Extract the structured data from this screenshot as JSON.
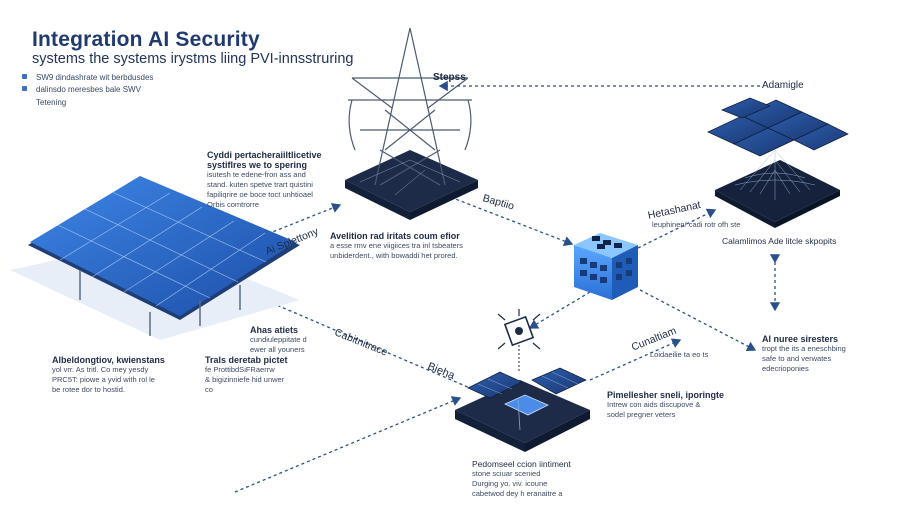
{
  "header": {
    "title": "Integration AI Security",
    "subtitle": "systems the systems irystms liing PVI-innsstruring",
    "bullets": [
      "SW9 dindashrate wit berbdusdes",
      "dalinsdo meresbes bale SWV"
    ],
    "bullet_extra": "Tetening"
  },
  "labels": {
    "steps": "Stepss",
    "adamigle": "Adamigle",
    "baptiio": "Baptiio",
    "ai_splettony": "Ai Splettony",
    "cabitnitrace": "Cabitnitrace",
    "bieha": "Bieha",
    "hetashanat": "Hetashanat",
    "cunaltiam": "Cunaltiam"
  },
  "blocks": {
    "cyddi": {
      "heading": "Cyddi pertacheraiiltlicetive",
      "lines": [
        "systiflres we to spering",
        "isutesh te edene-fron ass and",
        "stand. kuten spetve trart quistini",
        "fapiliqrire oe boce toct unhtioael",
        "Orbis comtrorre"
      ]
    },
    "avelition": {
      "heading": "Avelition rad iritats coum efior",
      "lines": [
        "a esse rmv ene viigiices tra inl tsbeaters",
        "unbiderdent., with bowaddi het prored."
      ]
    },
    "hetashanat_sub": {
      "lines": [
        "leuphinen/ cadi rotr ofh ste"
      ]
    },
    "calamlimos": {
      "heading": "Calamlimos Ade litcle skpopits"
    },
    "ahas": {
      "heading": "Ahas atiets",
      "lines": [
        "cundiuleppitate d",
        "ewer all youners"
      ]
    },
    "trals": {
      "heading": "Trals deretab pictet",
      "lines": [
        "fe ProttibdSiFRaerrw",
        "& bigizinniefe hid unwer",
        "co"
      ]
    },
    "aibeldongtiov": {
      "heading": "Albeldongtiov, kwienstans",
      "lines": [
        "yol vrr. As tritl. Co mey yesdy",
        "PRC5T: piowe a yvid with rol le",
        "be rotee dor to hostid."
      ]
    },
    "ai_nuree": {
      "heading": "AI nuree siresters",
      "lines": [
        "tropt the its a eneschbing",
        "safe to and verwates",
        "edecrioponies"
      ]
    },
    "cunaltiam_sub": {
      "lines": [
        "Loidaeilie ta eo ts"
      ]
    },
    "pimellesher": {
      "heading": "Pimellesher sneli, iporingte",
      "lines": [
        "Intrew con aids discupove &",
        "sodel pregner veters"
      ]
    },
    "pedomseel": {
      "heading": "Pedomseel ccion iintiment",
      "lines": [
        "stone sciuar scenied",
        "Durging yo. viv. icoune",
        "cabetwod dey h eranaitre a"
      ]
    }
  },
  "colors": {
    "accent_blue": "#2f6fd0",
    "dark_navy": "#1d2b48",
    "panel_blue": "#2a5fb8",
    "arrow": "#2a4f8a"
  },
  "icons": [
    "transmission-tower-icon",
    "solar-array-icon",
    "data-center-icon",
    "solar-panel-cluster-icon",
    "ai-node-icon",
    "circuit-chip-icon",
    "solar-hub-icon"
  ]
}
